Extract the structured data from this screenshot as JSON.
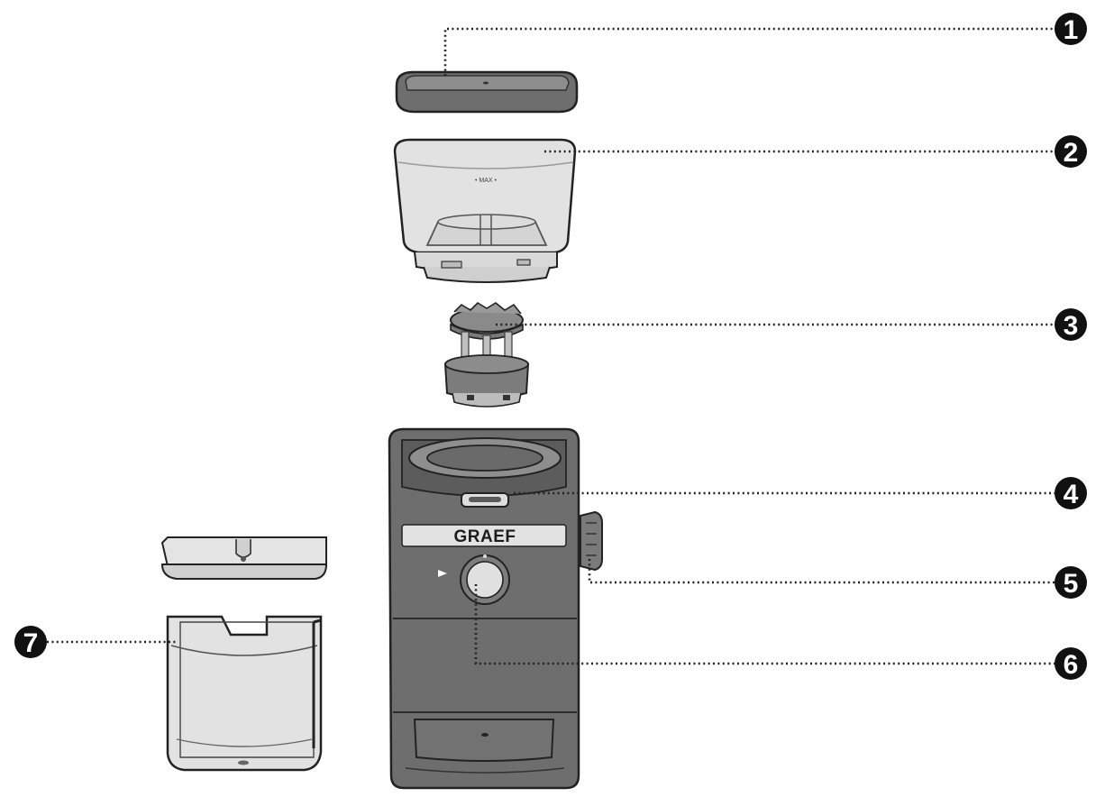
{
  "product": {
    "brand_label": "GRAEF"
  },
  "callouts": [
    {
      "id": "1",
      "label": "1"
    },
    {
      "id": "2",
      "label": "2"
    },
    {
      "id": "3",
      "label": "3"
    },
    {
      "id": "4",
      "label": "4"
    },
    {
      "id": "5",
      "label": "5"
    },
    {
      "id": "6",
      "label": "6"
    },
    {
      "id": "7",
      "label": "7"
    }
  ],
  "colors": {
    "body_dark": "#6e6e6e",
    "body_mid": "#8a8a8a",
    "plastic_light": "#e2e2e2",
    "outline": "#222222",
    "callout_fill": "#111111"
  }
}
